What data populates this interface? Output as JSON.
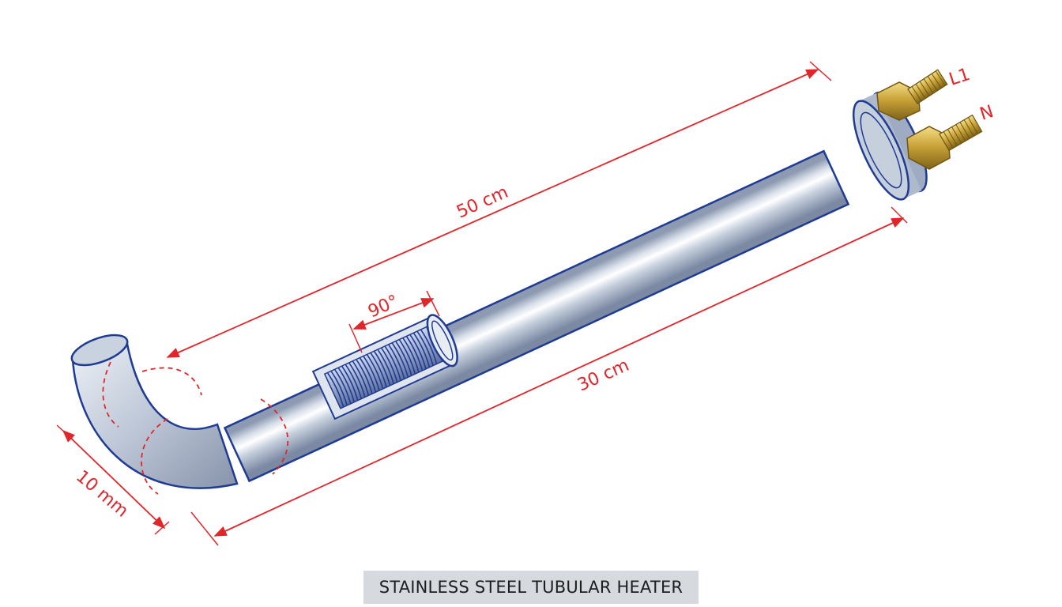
{
  "caption": "STAINLESS STEEL TUBULAR HEATER",
  "dimensions": {
    "overall_length": "50 cm",
    "straight_length": "30 cm",
    "tube_diameter": "10 mm",
    "bend_angle": "90°"
  },
  "terminals": {
    "line": "L1",
    "neutral": "N"
  },
  "colors": {
    "annotation": "#e0262b",
    "outline": "#1f3b93",
    "steel": "#bfc9d8",
    "brass": "#c9a435",
    "caption_bg": "#d6dadf"
  }
}
